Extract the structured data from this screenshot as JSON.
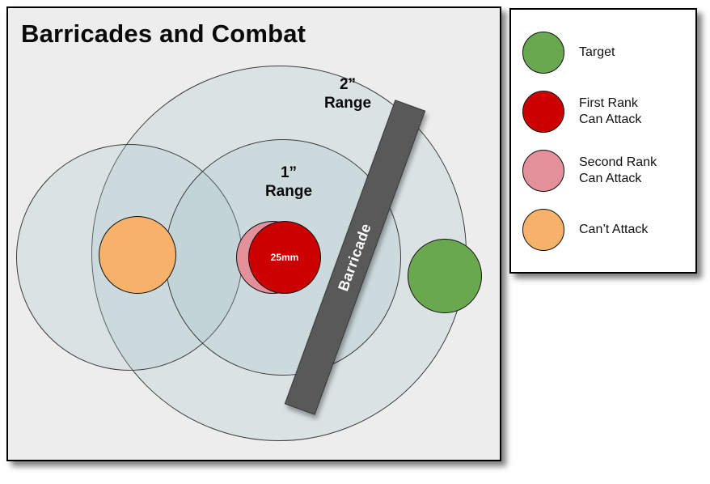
{
  "title": "Barricades and Combat",
  "diagram": {
    "range2": {
      "line1": "2”",
      "line2": "Range"
    },
    "range1": {
      "line1": "1”",
      "line2": "Range"
    },
    "base_label": "25mm",
    "barricade_label": "Barricade"
  },
  "legend": {
    "items": [
      {
        "label": "Target",
        "color": "#6aa84f"
      },
      {
        "label": "First Rank\nCan Attack",
        "color": "#cc0000"
      },
      {
        "label": "Second Rank\nCan Attack",
        "color": "#e2919b"
      },
      {
        "label": "Can’t Attack",
        "color": "#f6b26b"
      }
    ]
  },
  "colors": {
    "panel_bg": "#ededed",
    "range_fill": "rgba(170,198,206,0.28)",
    "barricade": "#595959"
  }
}
